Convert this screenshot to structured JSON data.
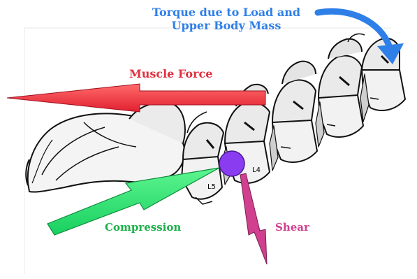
{
  "labels": {
    "torque_line1": "Torque due to Load and",
    "torque_line2": "Upper Body Mass",
    "muscle_force": "Muscle Force",
    "compression": "Compression",
    "shear": "Shear",
    "l5": "L5",
    "l4": "L4"
  },
  "colors": {
    "torque": "#2f7fe8",
    "muscle_force": "#e03040",
    "compression": "#22e070",
    "compression_text": "#1db04a",
    "shear": "#d0408f",
    "pivot": "#8a3cf0",
    "bone_fill": "#f2f2f2",
    "bone_line": "#111111"
  },
  "icons": {
    "pivot": "pivot-circle-icon",
    "spine": "lumbar-spine-icon"
  }
}
